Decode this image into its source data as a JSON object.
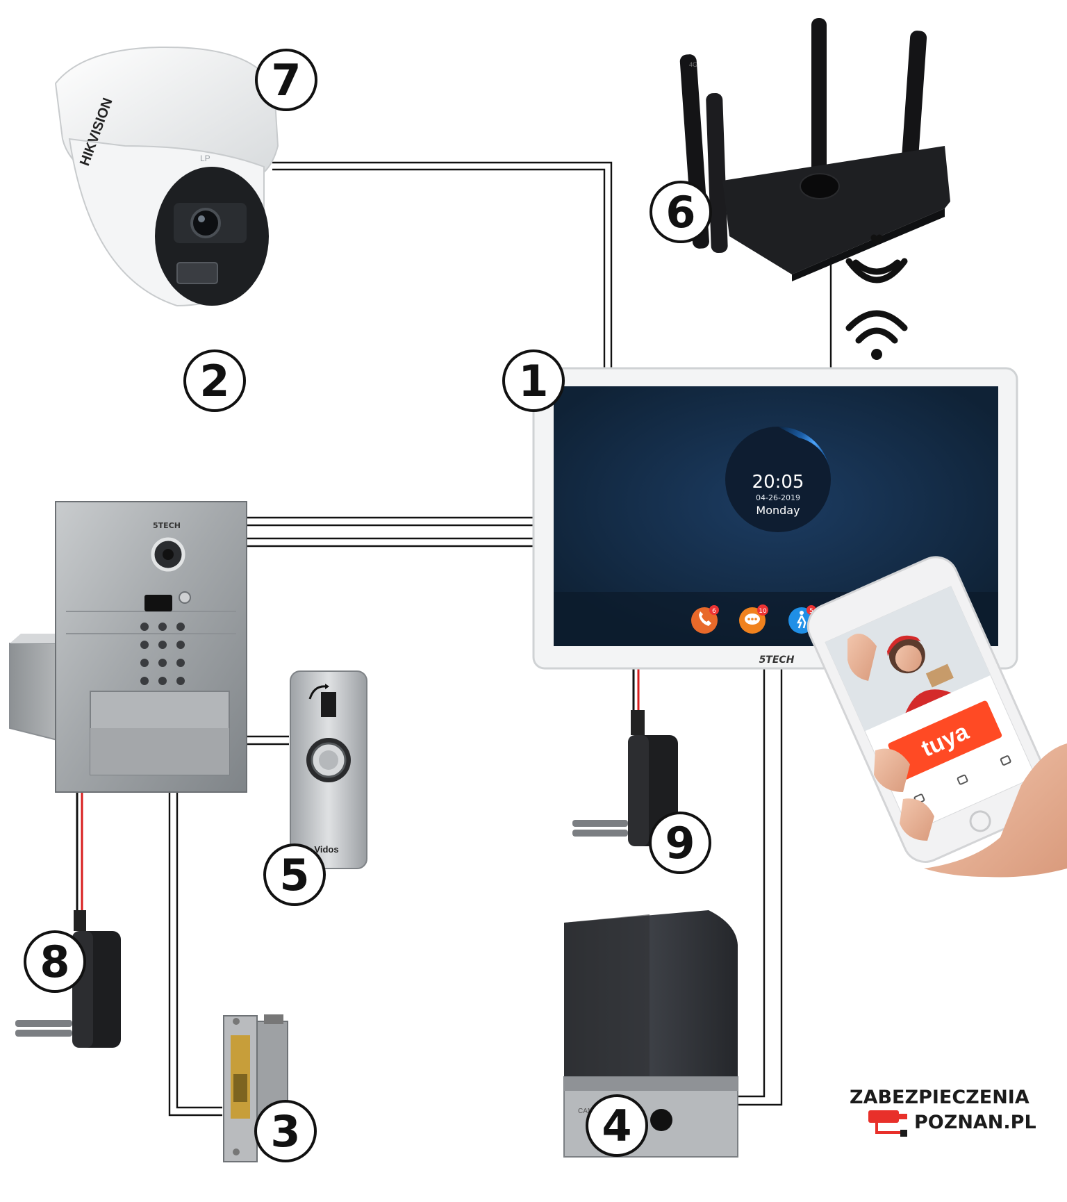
{
  "camera": {
    "brand": "HIKVISION",
    "lens_label": "LP"
  },
  "intercom_panel": {
    "brand": "5TECH"
  },
  "monitor": {
    "time": "20:05",
    "date": "04-26-2019",
    "weekday": "Monday",
    "brand": "5TECH",
    "badges": [
      {
        "name": "calls",
        "count": "6",
        "color": "#e8692a"
      },
      {
        "name": "messages",
        "count": "10",
        "color": "#f0821e"
      },
      {
        "name": "motion",
        "count": "5",
        "color": "#1f8fe6"
      }
    ]
  },
  "router": {
    "antenna_label": "4G"
  },
  "exit_button": {
    "brand": "Vidos"
  },
  "gate_motor": {
    "brand": "CAME"
  },
  "phone": {
    "app_name": "tuya",
    "app_color": "#ff4a24"
  },
  "callouts": [
    {
      "id": "1",
      "label": "1"
    },
    {
      "id": "2",
      "label": "2"
    },
    {
      "id": "3",
      "label": "3"
    },
    {
      "id": "4",
      "label": "4"
    },
    {
      "id": "5",
      "label": "5"
    },
    {
      "id": "6",
      "label": "6"
    },
    {
      "id": "7",
      "label": "7"
    },
    {
      "id": "8",
      "label": "8"
    },
    {
      "id": "9",
      "label": "9"
    }
  ],
  "logo": {
    "line1": "ZABEZPIECZENIA",
    "line2": "POZNAN.PL",
    "accent": "#e8302a"
  }
}
